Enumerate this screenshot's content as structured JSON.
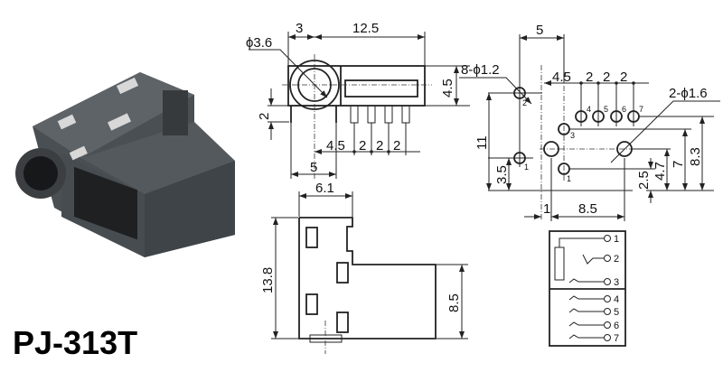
{
  "title": "PJ-313T",
  "front_view": {
    "dim_3": "3",
    "dim_12_5": "12.5",
    "dim_phi3_6": "ϕ3.6",
    "dim_4_5": "4.5",
    "dim_2": "2",
    "pitch": [
      "4.5",
      "2",
      "2",
      "2"
    ],
    "dim_5": "5"
  },
  "pcb_layout": {
    "dim_5": "5",
    "holes_label": "8-ϕ1.2",
    "big_holes_label": "2-ϕ1.6",
    "pitch": [
      "4.5",
      "2",
      "2",
      "2"
    ],
    "dim_11": "11",
    "dim_3_5": "3.5",
    "dim_2_5": "2.5",
    "dim_4_7": "4.7",
    "dim_7": "7",
    "dim_8_3": "8.3",
    "dim_1": "1",
    "dim_8_5": "8.5",
    "pin_labels": [
      "2",
      "1",
      "3",
      "4",
      "5",
      "6",
      "7",
      "1"
    ]
  },
  "top_view": {
    "dim_6_1": "6.1",
    "dim_13_8": "13.8",
    "dim_8_5": "8.5"
  },
  "schematic": {
    "pins": [
      "1",
      "2",
      "3",
      "4",
      "5",
      "6",
      "7"
    ]
  }
}
